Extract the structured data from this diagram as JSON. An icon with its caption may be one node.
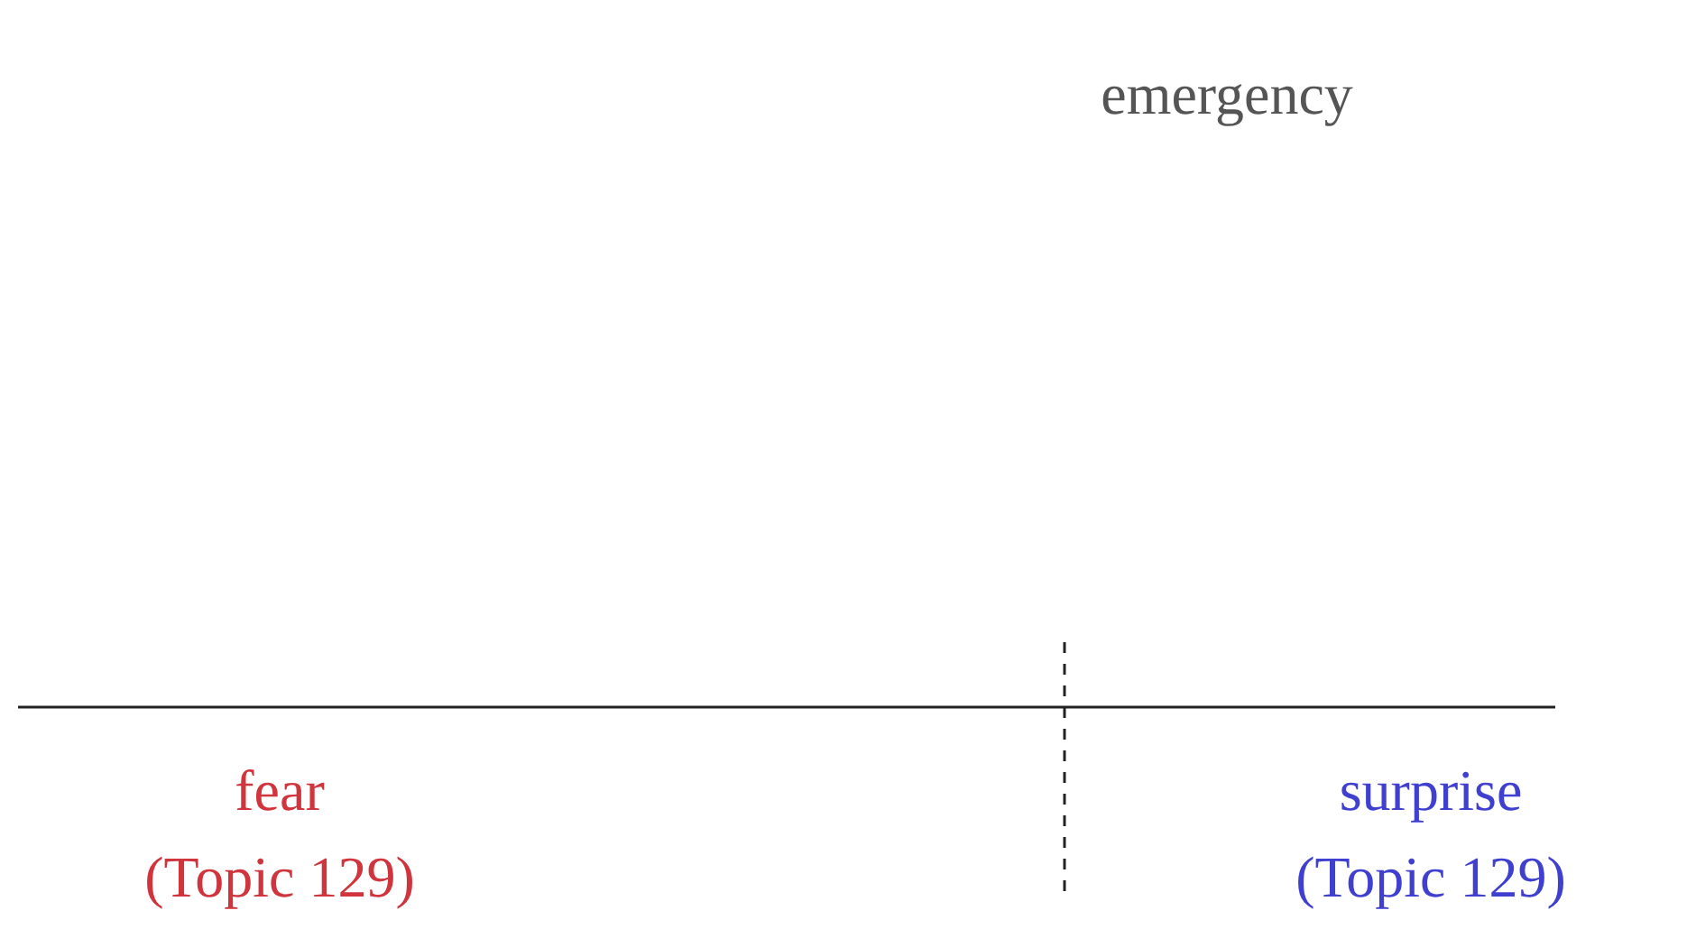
{
  "diagram": {
    "labels": [
      "emergency",
      "fear",
      "(Topic 129)",
      "surprise",
      "(Topic 129)"
    ]
  }
}
